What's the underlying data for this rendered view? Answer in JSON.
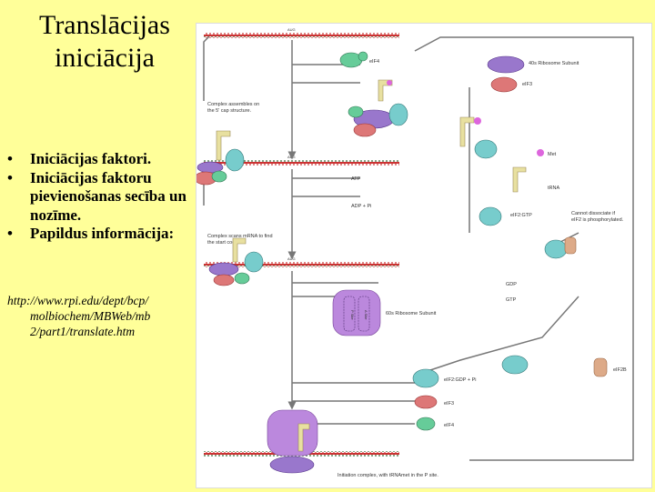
{
  "slide": {
    "title_line1": "Translācijas",
    "title_line2": "iniciācija",
    "bullets": [
      "Iniciācijas faktori.",
      "Iniciācijas faktoru pievienošanas secība un nozīme.",
      "Papildus informācija:"
    ],
    "link_line1": "http://www.rpi.edu/dept/bcp/",
    "link_line2": "molbiochem/MBWeb/mb",
    "link_line3": "2/part1/translate.htm",
    "bullet_glyph": "•"
  },
  "diagram": {
    "labels": {
      "eif4": "eIF4",
      "ribo40": "40s Ribosome Subunit",
      "eif3": "eIF3",
      "complex_cap_1": "Complex assembles on",
      "complex_cap_2": "the 5' cap structure.",
      "met": "Met",
      "atp": "ATP",
      "adp": "ADP + Pi",
      "trna": "tRNA",
      "eif2gtp": "eIF2:GTP",
      "cannot_1": "Cannot dissociate if",
      "cannot_2": "eIF2 is phosphorylated.",
      "scan_1": "Complex scans mRNA to find",
      "scan_2": "the start codon.",
      "gdp": "GDP",
      "gtp": "GTP",
      "ribo60": "60s Ribosome Subunit",
      "asite": "A Site",
      "psite": "P Site",
      "eif2b": "eIF2B",
      "eif2gdp": "eIF2:GDP + Pi",
      "eif3b": "eIF3",
      "eif4b": "eIF4",
      "init_complex": "Initiation complex, with tRNAmet in the P site.",
      "aug1": "AUG",
      "aug2": "AUG",
      "aug3": "AUG",
      "aug4": "AUG"
    },
    "colors": {
      "mrna": "#cc3333",
      "mrna_ticks": "#336633",
      "eif4": "#66cc99",
      "ribo40": "#9977cc",
      "eif3": "#dd7777",
      "eif2": "#77cccc",
      "trna": "#e8e0a0",
      "met": "#dd66dd",
      "eif2b": "#ddaa88",
      "ribo60": "#bb88dd",
      "arrow": "#777777"
    }
  }
}
